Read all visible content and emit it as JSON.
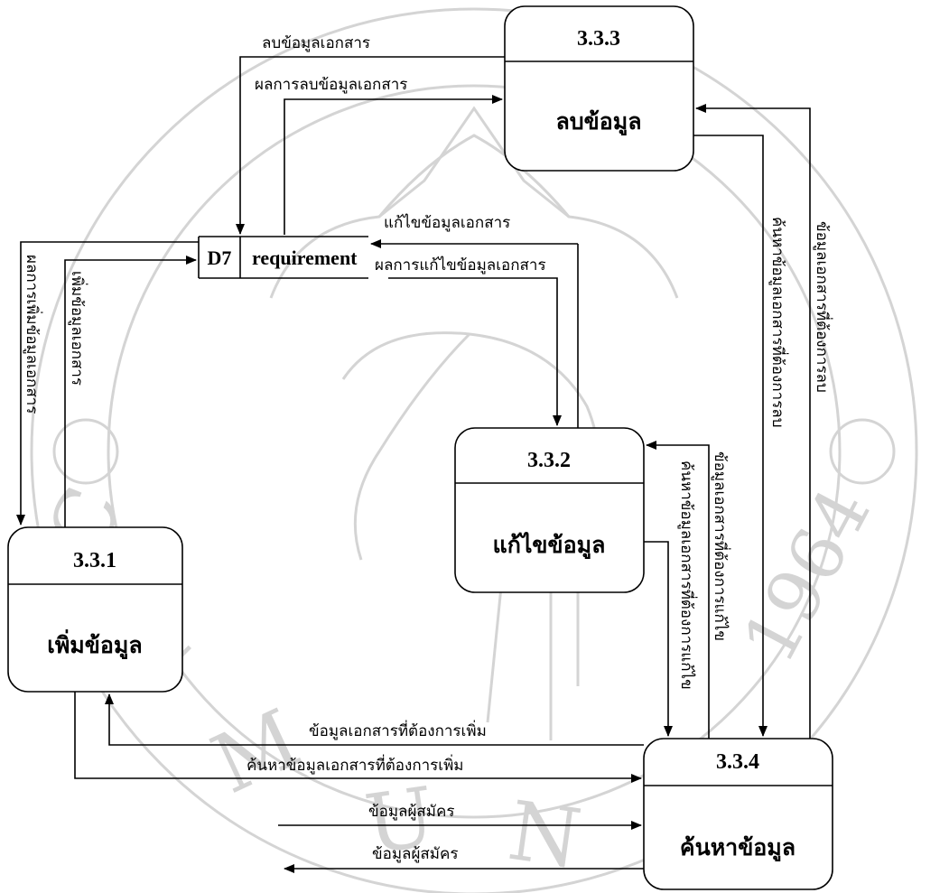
{
  "watermark": {
    "university_arc_text": "CHIANG MAI UNIVERSITY",
    "year_text": "1964"
  },
  "data_store": {
    "id": "D7",
    "name": "requirement"
  },
  "processes": {
    "p331": {
      "id": "3.3.1",
      "name": "เพิ่มข้อมูล"
    },
    "p332": {
      "id": "3.3.2",
      "name": "แก้ไขข้อมูล"
    },
    "p333": {
      "id": "3.3.3",
      "name": "ลบข้อมูล"
    },
    "p334": {
      "id": "3.3.4",
      "name": "ค้นหาข้อมูล"
    }
  },
  "flows": {
    "delete_data": "ลบข้อมูลเอกสาร",
    "delete_result": "ผลการลบข้อมูลเอกสาร",
    "edit_data": "แก้ไขข้อมูลเอกสาร",
    "edit_result": "ผลการแก้ไขข้อมูลเอกสาร",
    "add_result": "ผลการเพิ่มข้อมูลเอกสาร",
    "add_data": "เพิ่มข้อมูลเอกสาร",
    "search_delete": "ค้นหาข้อมูลเอกสารที่ต้องการลบ",
    "found_delete": "ข้อมูลเอกสารที่ต้องการลบ",
    "found_edit": "ข้อมูลเอกสารที่ต้องการแก้ไข",
    "search_edit": "ค้นหาข้อมูลเอกสารที่ต้องการแก้ไข",
    "found_add": "ข้อมูลเอกสารที่ต้องการเพิ่ม",
    "search_add": "ค้นหาข้อมูลเอกสารที่ต้องการเพิ่ม",
    "applicant_in": "ข้อมูลผู้สมัคร",
    "applicant_out": "ข้อมูลผู้สมัคร"
  }
}
